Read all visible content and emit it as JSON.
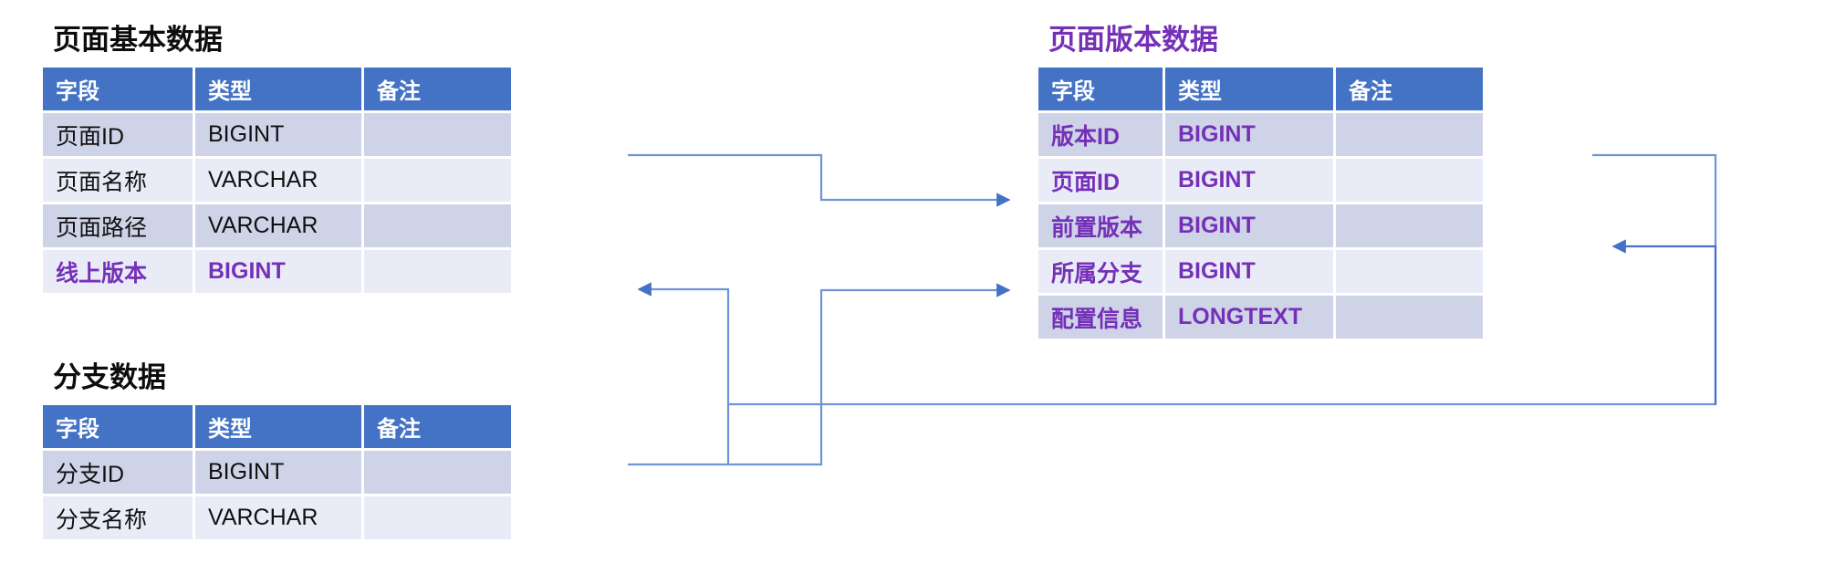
{
  "colors": {
    "header_blue": "#4472c4",
    "row_dark": "#ced3e8",
    "row_light": "#e9ecf6",
    "accent_purple": "#7530b8",
    "connector_blue": "#4472c4",
    "text_dark": "#0d0d0d",
    "background": "#ffffff"
  },
  "columns": {
    "field": "字段",
    "type": "类型",
    "remark": "备注"
  },
  "tables": {
    "page_basic": {
      "title": "页面基本数据",
      "title_style": "dark",
      "headers": [
        "字段",
        "类型",
        "备注"
      ],
      "rows": [
        {
          "field": "页面ID",
          "type": "BIGINT",
          "remark": "",
          "highlight": false
        },
        {
          "field": "页面名称",
          "type": "VARCHAR",
          "remark": "",
          "highlight": false
        },
        {
          "field": "页面路径",
          "type": "VARCHAR",
          "remark": "",
          "highlight": false
        },
        {
          "field": "线上版本",
          "type": "BIGINT",
          "remark": "",
          "highlight": true
        }
      ]
    },
    "branch": {
      "title": "分支数据",
      "title_style": "dark",
      "headers": [
        "字段",
        "类型",
        "备注"
      ],
      "rows": [
        {
          "field": "分支ID",
          "type": "BIGINT",
          "remark": "",
          "highlight": false
        },
        {
          "field": "分支名称",
          "type": "VARCHAR",
          "remark": "",
          "highlight": false
        }
      ]
    },
    "page_version": {
      "title": "页面版本数据",
      "title_style": "accent",
      "headers": [
        "字段",
        "类型",
        "备注"
      ],
      "rows": [
        {
          "field": "版本ID",
          "type": "BIGINT",
          "remark": "",
          "highlight": true
        },
        {
          "field": "页面ID",
          "type": "BIGINT",
          "remark": "",
          "highlight": true
        },
        {
          "field": "前置版本",
          "type": "BIGINT",
          "remark": "",
          "highlight": true
        },
        {
          "field": "所属分支",
          "type": "BIGINT",
          "remark": "",
          "highlight": true
        },
        {
          "field": "配置信息",
          "type": "LONGTEXT",
          "remark": "",
          "highlight": true
        }
      ]
    }
  },
  "connectors": [
    {
      "name": "page-id-to-version-page-id",
      "from": "页面基本数据.页面ID",
      "to": "页面版本数据.页面ID"
    },
    {
      "name": "version-id-to-online-version",
      "from": "页面版本数据.版本ID",
      "to": "页面基本数据.线上版本"
    },
    {
      "name": "branch-id-to-version-branch",
      "from": "分支数据.分支ID",
      "to": "页面版本数据.所属分支"
    },
    {
      "name": "version-id-self-to-prev-version",
      "from": "页面版本数据.版本ID",
      "to": "页面版本数据.前置版本"
    }
  ]
}
